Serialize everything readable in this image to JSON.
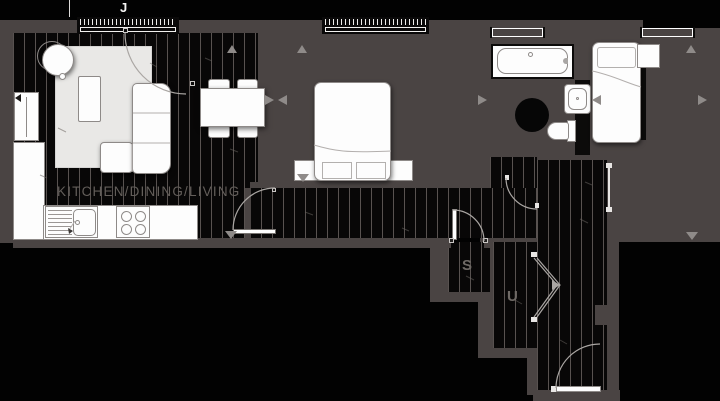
{
  "plan": {
    "plot_label": "J",
    "room_label": "KITCHEN/DINING/LIVING",
    "storage_label": "S",
    "utility_label": "U"
  },
  "palette": {
    "bg": "#020202",
    "wall": "#4a4443",
    "floor": "#080707",
    "plank": "#585250",
    "furniture": "#fdfdfd",
    "outline": "#8e8a88",
    "rug": "#e9e8e6",
    "arrow": "#8f8b89",
    "room-text": "#635e5a",
    "closet-text": "#6e6965",
    "line-light": "#b3afad",
    "black-detail": "#0c0b0a"
  },
  "icons": {
    "dimension_arrows": [
      "up",
      "down",
      "left",
      "right"
    ],
    "door_symbols": [
      "swing-arc",
      "bifold-chevron",
      "sliding-leaf"
    ]
  }
}
